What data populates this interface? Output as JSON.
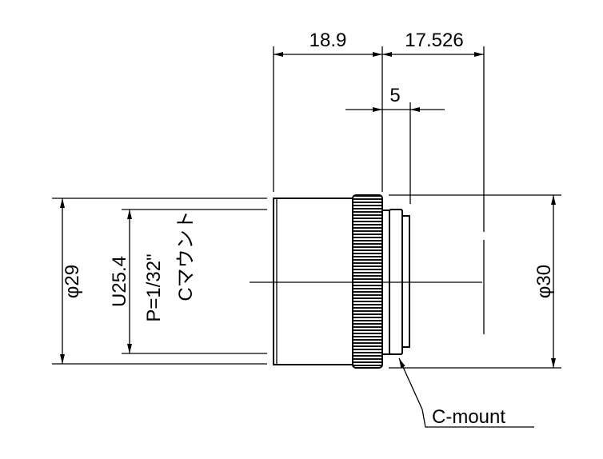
{
  "dimensions": {
    "front_length": "18.9",
    "flange_back": "17.526",
    "mount_depth": "5",
    "body_diameter": "φ29",
    "mount_diameter": "φ30",
    "thread_spec": "U25.4",
    "thread_pitch": "P=1/32\"",
    "mount_type_jp": "Cマウント"
  },
  "labels": {
    "mount_callout": "C-mount"
  }
}
